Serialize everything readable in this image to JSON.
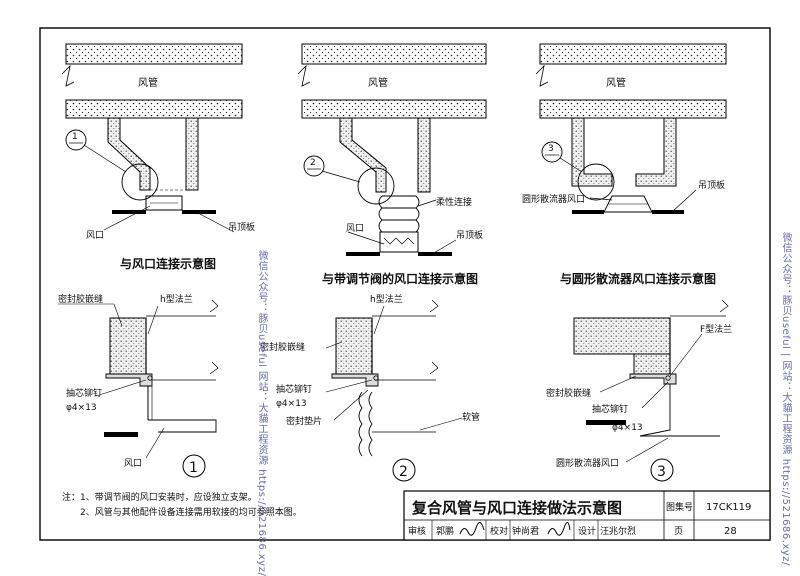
{
  "diagram_1": {
    "duct_label": "风管",
    "callout_number": "1",
    "outlet_label": "风口",
    "ceiling_label": "吊顶板",
    "title": "与风口连接示意图"
  },
  "diagram_2": {
    "duct_label": "风管",
    "callout_number": "2",
    "flexible_label": "柔性连接",
    "outlet_label": "风口",
    "ceiling_label": "吊顶板",
    "title": "与带调节阀的风口连接示意图"
  },
  "diagram_3": {
    "duct_label": "风管",
    "callout_number": "3",
    "diffuser_label": "圆形散流器风口",
    "ceiling_label": "吊顶板",
    "title": "与圆形散流器风口连接示意图"
  },
  "detail_1": {
    "sealant_label": "密封胶嵌缝",
    "flange_label": "h型法兰",
    "rivet_label": "抽芯铆钉",
    "rivet_spec": "φ4×13",
    "outlet_label": "风口",
    "number": "1"
  },
  "detail_2": {
    "sealant_label": "密封胶嵌缝",
    "flange_label": "h型法兰",
    "rivet_label": "抽芯铆钉",
    "rivet_spec": "φ4×13",
    "gasket_label": "密封垫片",
    "hose_label": "软管",
    "number": "2"
  },
  "detail_3": {
    "flange_label": "F型法兰",
    "sealant_label": "密封胶嵌缝",
    "rivet_label": "抽芯铆钉",
    "rivet_spec": "φ4×13",
    "diffuser_label": "圆形散流器风口",
    "number": "3"
  },
  "notes": {
    "prefix": "注：",
    "items": [
      "1、带调节阀的风口安装时，应设独立支架。",
      "2、风管与其他配件设备连接需用软接的均可参照本图。"
    ]
  },
  "title_block": {
    "main_title": "复合风管与风口连接做法示意图",
    "atlas_label": "图集号",
    "atlas_number": "17CK119",
    "review_label": "审核",
    "reviewer": "郭鹏",
    "check_label": "校对",
    "checker": "钟尚君",
    "design_label": "设计",
    "designer": "汪兆尔烈",
    "page_label": "页",
    "page_number": "28"
  },
  "watermarks": {
    "middle": "微信公众号：豚贝useful  网站：大貓工程资源 https://521686.xyz/",
    "right": "微信公众号：豚贝useful  |  网站：大貓工程资源 https://521686.xyz/"
  }
}
